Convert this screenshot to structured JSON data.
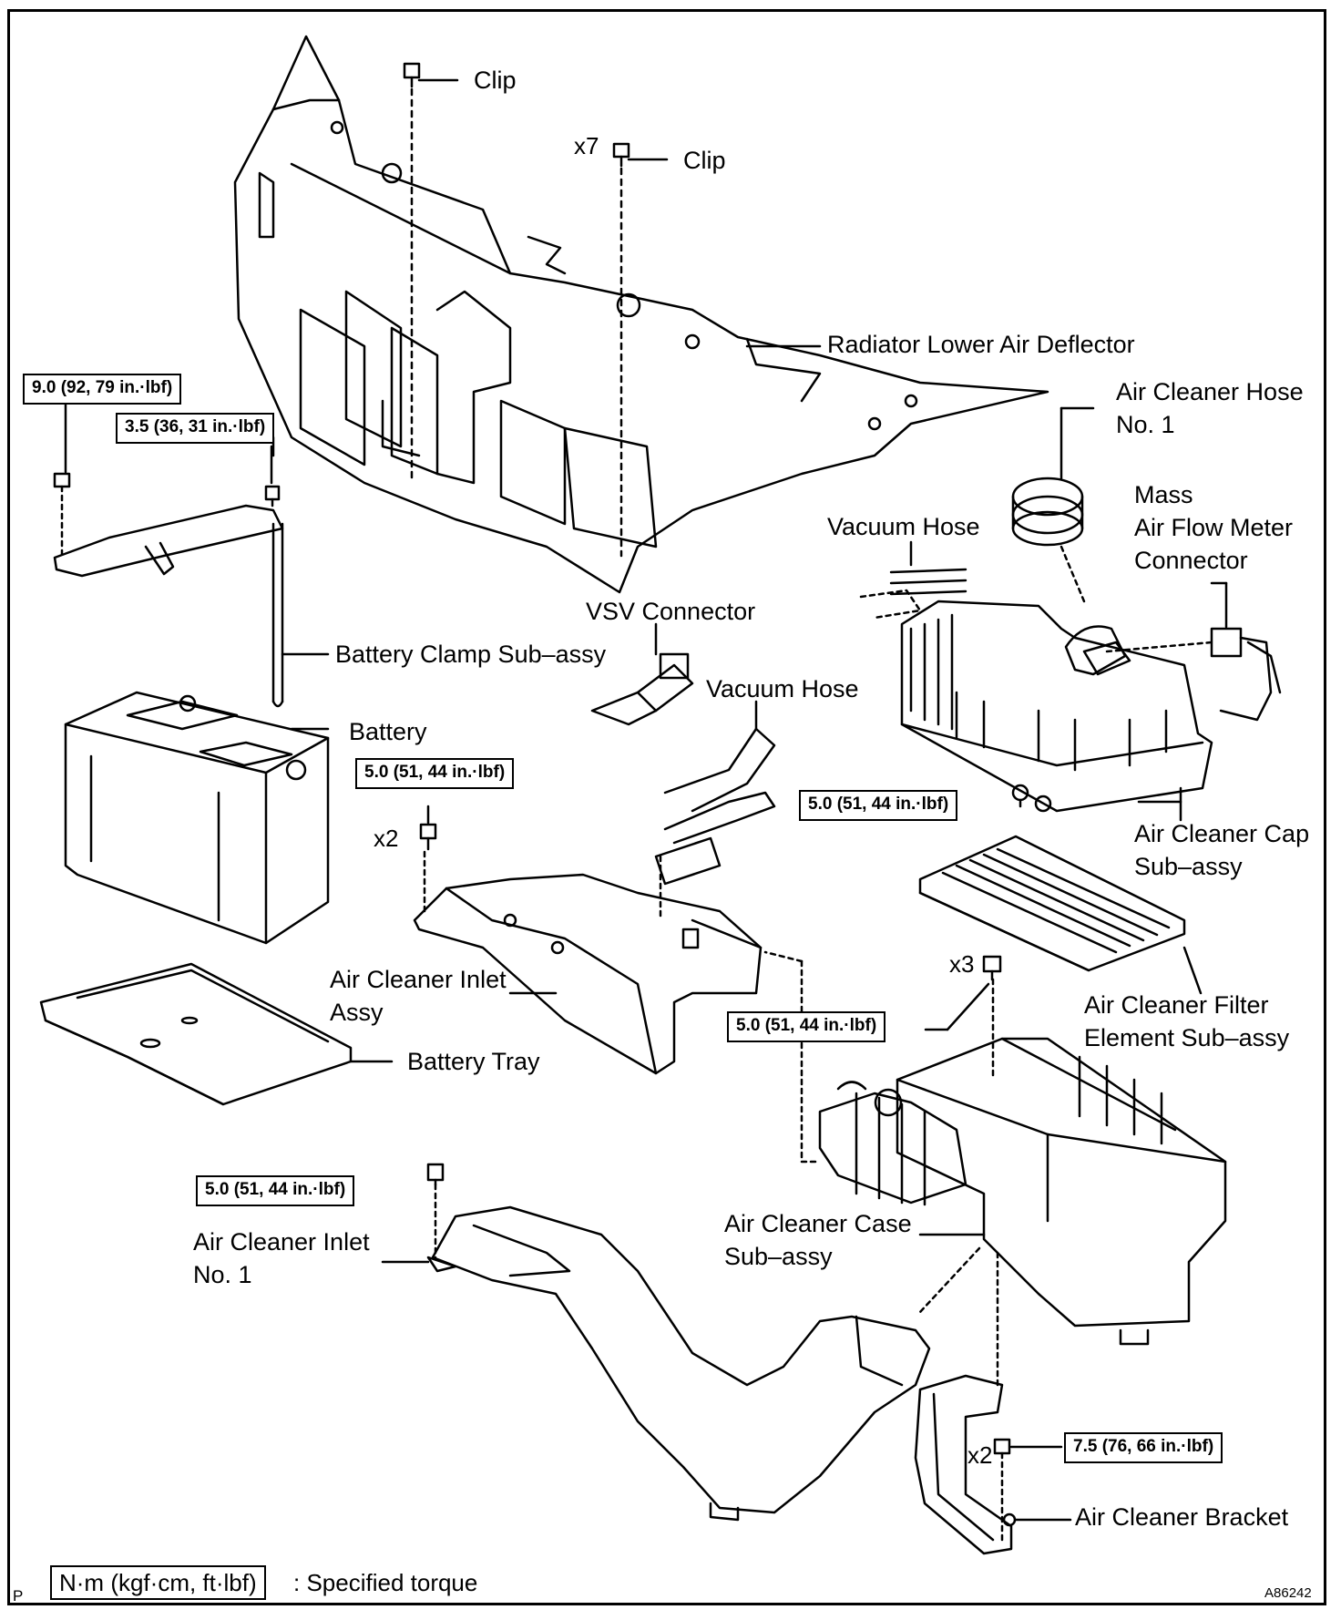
{
  "labels": {
    "clip_1": "Clip",
    "clip_2": "Clip",
    "radiator_deflector": "Radiator Lower Air Deflector",
    "air_cleaner_hose": [
      "Air Cleaner Hose",
      "No. 1"
    ],
    "maf_connector": [
      "Mass",
      "Air Flow Meter",
      "Connector"
    ],
    "vacuum_hose_1": "Vacuum Hose",
    "vacuum_hose_2": "Vacuum Hose",
    "vsv_connector": "VSV Connector",
    "battery_clamp": "Battery Clamp Sub–assy",
    "battery": "Battery",
    "air_cleaner_cap": [
      "Air Cleaner Cap",
      "Sub–assy"
    ],
    "air_cleaner_inlet_assy": [
      "Air Cleaner Inlet",
      "Assy"
    ],
    "battery_tray": "Battery Tray",
    "filter_element": [
      "Air Cleaner Filter",
      "Element Sub–assy"
    ],
    "air_cleaner_case": [
      "Air Cleaner Case",
      "Sub–assy"
    ],
    "air_cleaner_inlet_no1": [
      "Air Cleaner Inlet",
      "No. 1"
    ],
    "air_cleaner_bracket": "Air Cleaner Bracket"
  },
  "quantities": {
    "clip_x7": "x7",
    "inlet_bolts_x2": "x2",
    "case_bolts_x3": "x3",
    "bracket_bolts_x2": "x2"
  },
  "torques": {
    "t_9_0": "9.0 (92, 79 in.·lbf)",
    "t_3_5": "3.5 (36, 31 in.·lbf)",
    "t_inlet_assy": "5.0 (51, 44 in.·lbf)",
    "t_cap": "5.0 (51, 44 in.·lbf)",
    "t_case": "5.0 (51, 44 in.·lbf)",
    "t_inlet_no1": "5.0 (51, 44 in.·lbf)",
    "t_7_5": "7.5 (76, 66 in.·lbf)"
  },
  "legend": {
    "unit_box": "N·m (kgf·cm, ft·lbf)",
    "text": ": Specified torque"
  },
  "corner": {
    "p_mark": "P",
    "figure_id": "A86242"
  }
}
